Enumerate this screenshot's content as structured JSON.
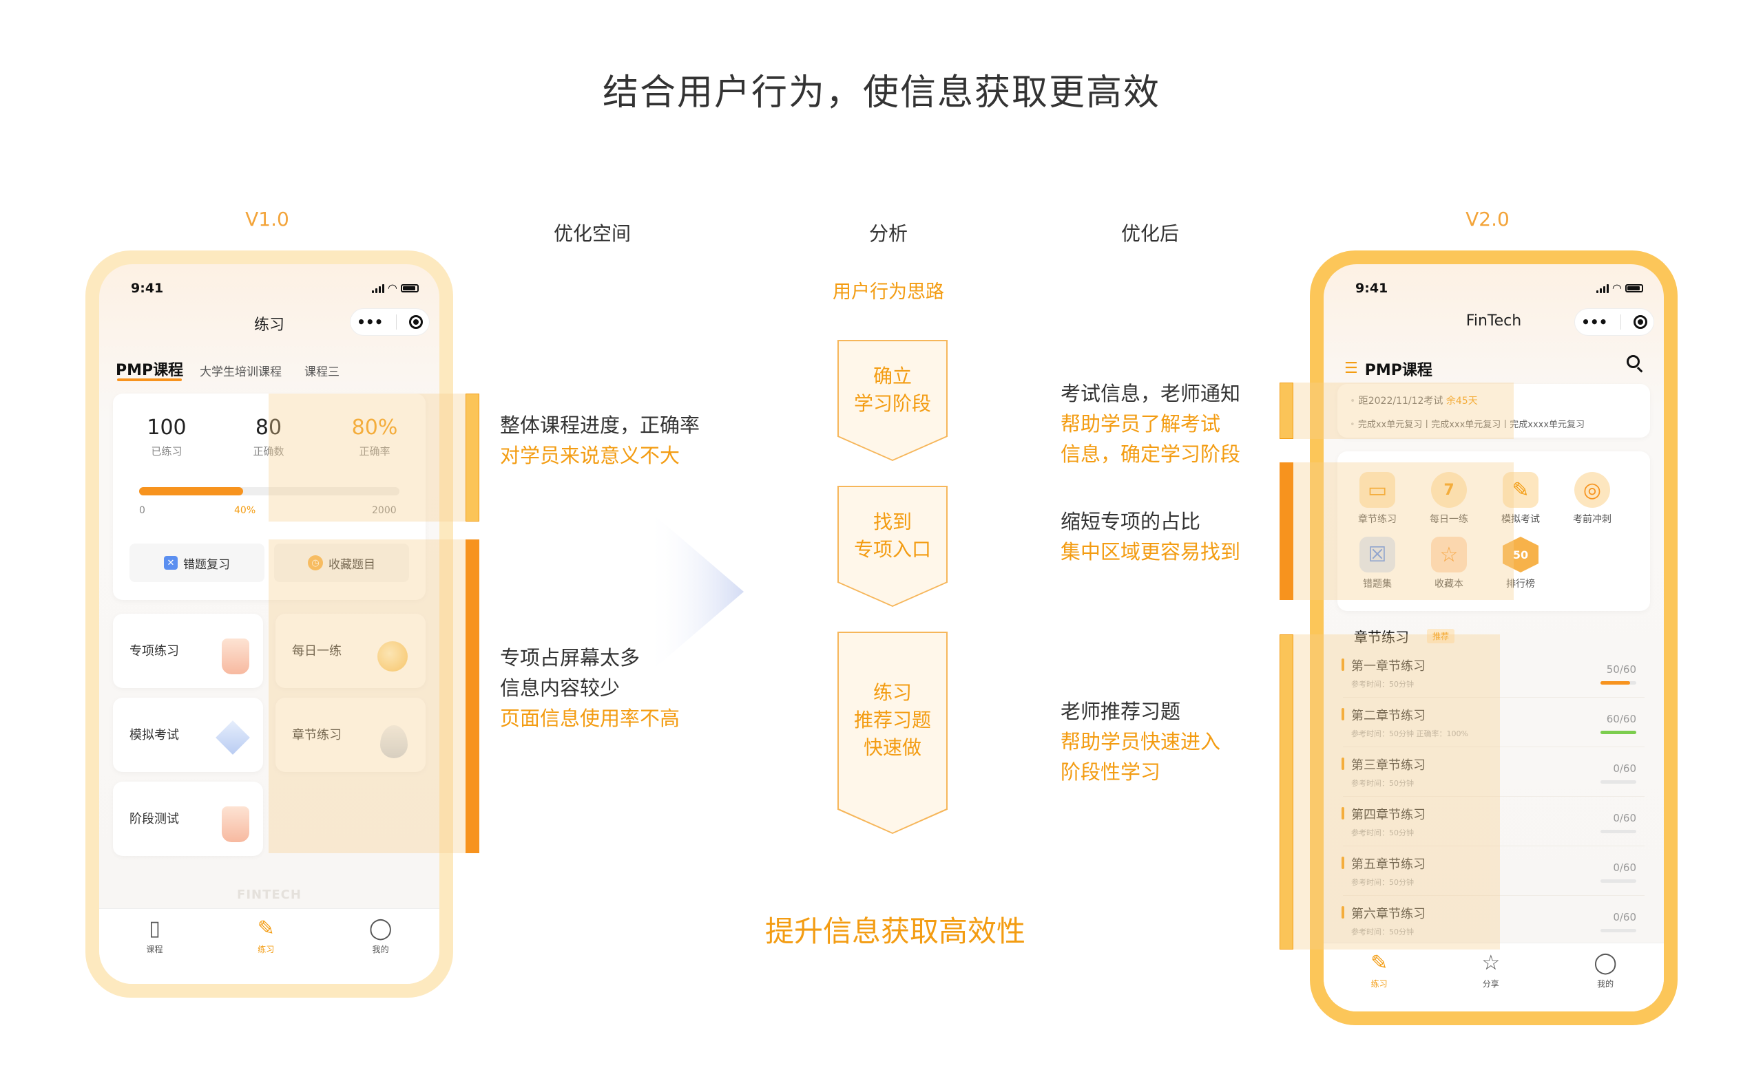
{
  "header": {
    "title": "结合用户行为，使信息获取更高效",
    "v1_label": "V1.0",
    "v2_label": "V2.0",
    "col_optimize_space": "优化空间",
    "col_analysis": "分析",
    "col_after": "优化后"
  },
  "v1": {
    "time": "9:41",
    "nav_title": "练习",
    "capsule_more": "•••",
    "tabs": [
      {
        "label": "PMP课程"
      },
      {
        "label": "大学生培训课程"
      },
      {
        "label": "课程三"
      }
    ],
    "stats": [
      {
        "value": "100",
        "label": "已练习"
      },
      {
        "value": "80",
        "label": "正确数"
      },
      {
        "value": "80%",
        "label": "正确率"
      }
    ],
    "progress": {
      "start": "0",
      "mid": "40%",
      "end": "2000",
      "fraction": 0.4
    },
    "buttons": [
      {
        "label": "错题复习"
      },
      {
        "label": "收藏题目"
      }
    ],
    "tiles": [
      {
        "label": "专项练习"
      },
      {
        "label": "每日一练"
      },
      {
        "label": "模拟考试"
      },
      {
        "label": "章节练习"
      },
      {
        "label": "阶段测试"
      }
    ],
    "watermark": "FINTECH",
    "tabbar": [
      {
        "label": "课程",
        "icon": "book-icon"
      },
      {
        "label": "练习",
        "icon": "pencil-icon",
        "active": true
      },
      {
        "label": "我的",
        "icon": "user-icon"
      }
    ]
  },
  "notes_left": {
    "n1_line1": "整体课程进度，正确率",
    "n1_line2": "对学员来说意义不大",
    "n2_line1": "专项占屏幕太多",
    "n2_line2": "信息内容较少",
    "n2_line3": "页面信息使用率不高"
  },
  "analysis": {
    "subtitle": "用户行为思路",
    "steps": [
      {
        "line1": "确立",
        "line2": "学习阶段",
        "line3": ""
      },
      {
        "line1": "找到",
        "line2": "专项入口",
        "line3": ""
      },
      {
        "line1": "练习",
        "line2": "推荐习题",
        "line3": "快速做"
      }
    ],
    "conclusion": "提升信息获取高效性"
  },
  "notes_right": {
    "n1_line1": "考试信息，老师通知",
    "n1_line2": "帮助学员了解考试",
    "n1_line3": "信息，确定学习阶段",
    "n2_line1": "缩短专项的占比",
    "n2_line2": "集中区域更容易找到",
    "n3_line1": "老师推荐习题",
    "n3_line2": "帮助学员快速进入",
    "n3_line3": "阶段性学习"
  },
  "v2": {
    "time": "9:41",
    "nav_title": "FinTech",
    "capsule_more": "•••",
    "course_title": "PMP课程",
    "exam_notice": "距2022/11/12考试",
    "exam_days": "余45天",
    "review_notice": "完成xx单元复习丨完成xxx单元复习丨完成xxxx单元复习",
    "grid": [
      {
        "label": "章节练习",
        "icon": "chapter-icon",
        "color": "#f7b24a"
      },
      {
        "label": "每日一练",
        "icon": "calendar-icon",
        "color": "#f7b24a",
        "text": "7"
      },
      {
        "label": "模拟考试",
        "icon": "exam-icon",
        "color": "#f7b24a"
      },
      {
        "label": "考前冲刺",
        "icon": "target-icon",
        "color": "#f7b24a"
      },
      {
        "label": "错题集",
        "icon": "wrong-book-icon",
        "color": "#5b8ff0"
      },
      {
        "label": "收藏本",
        "icon": "star-book-icon",
        "color": "#f7931e"
      },
      {
        "label": "排行榜",
        "icon": "rank-icon",
        "color": "#f7931e",
        "text": "50"
      }
    ],
    "chapter_section": {
      "title": "章节练习",
      "badge": "推荐"
    },
    "chapters": [
      {
        "title": "第一章节练习",
        "sub": "参考时间：50分钟",
        "progress": "50/60",
        "fraction": 0.83,
        "color": "#f7931e"
      },
      {
        "title": "第二章节练习",
        "sub": "参考时间：50分钟    正确率：100%",
        "progress": "60/60",
        "fraction": 1.0,
        "color": "#7ccd4e"
      },
      {
        "title": "第三章节练习",
        "sub": "参考时间：50分钟",
        "progress": "0/60",
        "fraction": 0,
        "color": "#f7931e"
      },
      {
        "title": "第四章节练习",
        "sub": "参考时间：50分钟",
        "progress": "0/60",
        "fraction": 0,
        "color": "#f7931e"
      },
      {
        "title": "第五章节练习",
        "sub": "参考时间：50分钟",
        "progress": "0/60",
        "fraction": 0,
        "color": "#f7931e"
      },
      {
        "title": "第六章节练习",
        "sub": "参考时间：50分钟",
        "progress": "0/60",
        "fraction": 0,
        "color": "#f7931e"
      }
    ],
    "tabbar": [
      {
        "label": "练习",
        "icon": "pencil-icon",
        "active": true
      },
      {
        "label": "分享",
        "icon": "star-icon"
      },
      {
        "label": "我的",
        "icon": "user-icon"
      }
    ]
  }
}
